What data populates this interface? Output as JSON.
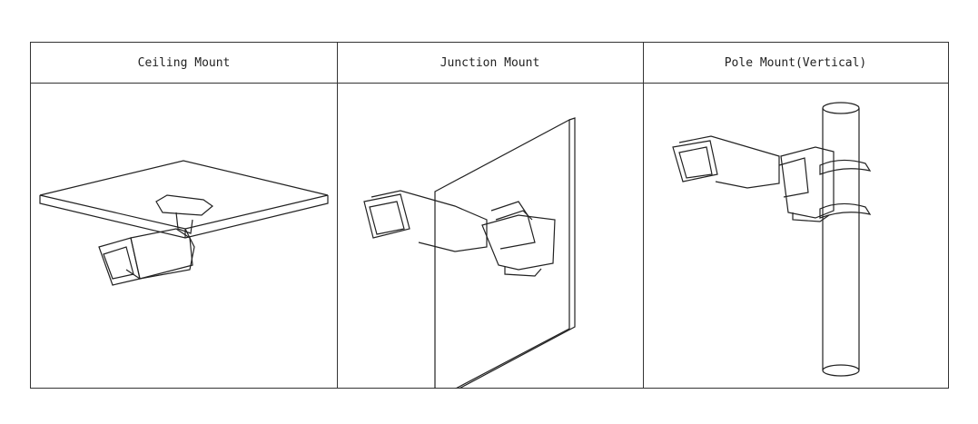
{
  "table": {
    "columns": [
      {
        "label": "Ceiling Mount",
        "illustration": "camera-ceiling-mount"
      },
      {
        "label": "Junction Mount",
        "illustration": "camera-junction-mount"
      },
      {
        "label": "Pole Mount(Vertical)",
        "illustration": "camera-pole-mount"
      }
    ]
  }
}
